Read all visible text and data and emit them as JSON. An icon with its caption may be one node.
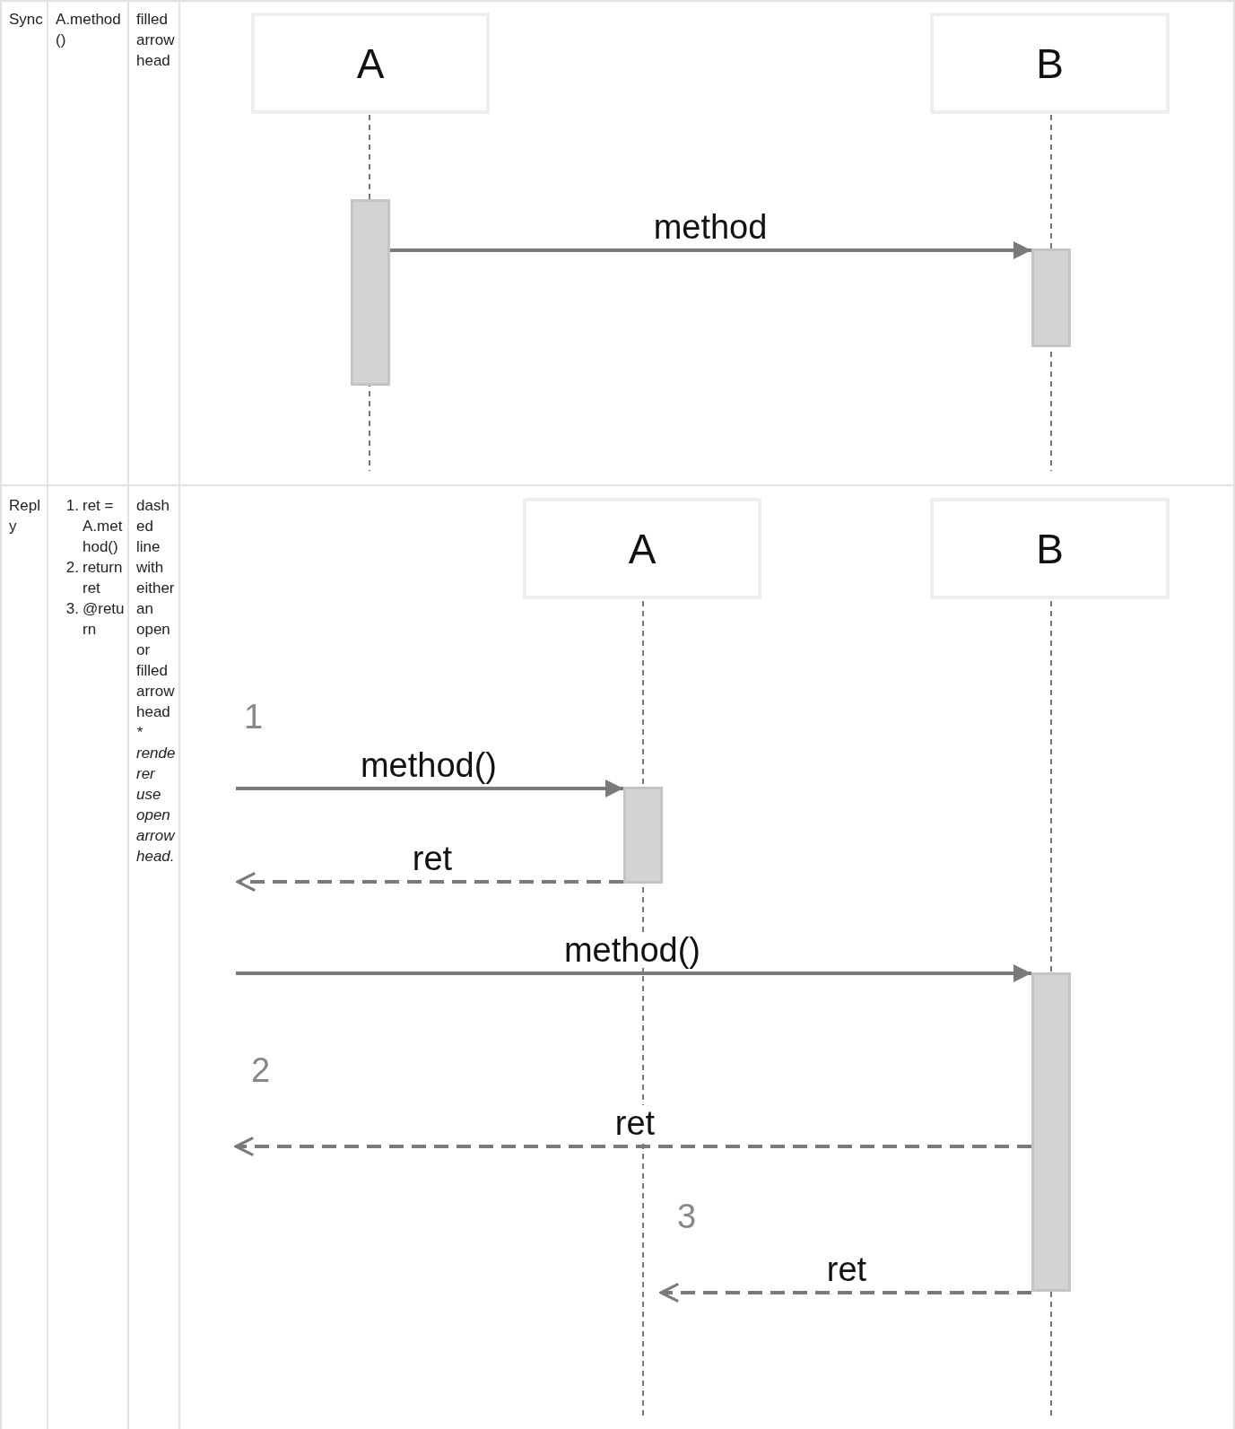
{
  "diagram": {
    "nodes": [
      {
        "text": [
          "A"
        ]
      },
      {
        "text": [
          "B"
        ]
      },
      {
        "text": [],
        "shape": "bar"
      },
      {
        "text": [],
        "shape": "bar"
      },
      {
        "text": [
          "A"
        ]
      },
      {
        "text": [
          "B"
        ]
      },
      {
        "text": [],
        "shape": "bar"
      },
      {
        "text": [],
        "shape": "bar"
      }
    ],
    "edges": [
      {
        "from": 2,
        "to": 3,
        "arrow": "to",
        "label": "method"
      },
      {
        "from": null,
        "to": 6,
        "arrow": "to",
        "label": "method()"
      },
      {
        "from": 6,
        "to": null,
        "arrow": "to",
        "label": "ret",
        "style": "dashed"
      },
      {
        "from": null,
        "to": 7,
        "arrow": "to",
        "label": "method()"
      },
      {
        "from": 7,
        "to": null,
        "arrow": "to",
        "label": "ret",
        "style": "dashed"
      },
      {
        "from": 7,
        "to": null,
        "arrow": "to",
        "label": "ret",
        "style": "dashed"
      }
    ],
    "labels": [
      "Sync",
      "A.method()",
      "filled arrowhead",
      "Reply",
      "1.",
      "ret = A.method()",
      "2.",
      "return ret",
      "3.",
      "@return",
      "dashed line with either an open or filled arrowhead",
      "* renderer use open arrowhead.",
      "1",
      "2",
      "3"
    ]
  }
}
